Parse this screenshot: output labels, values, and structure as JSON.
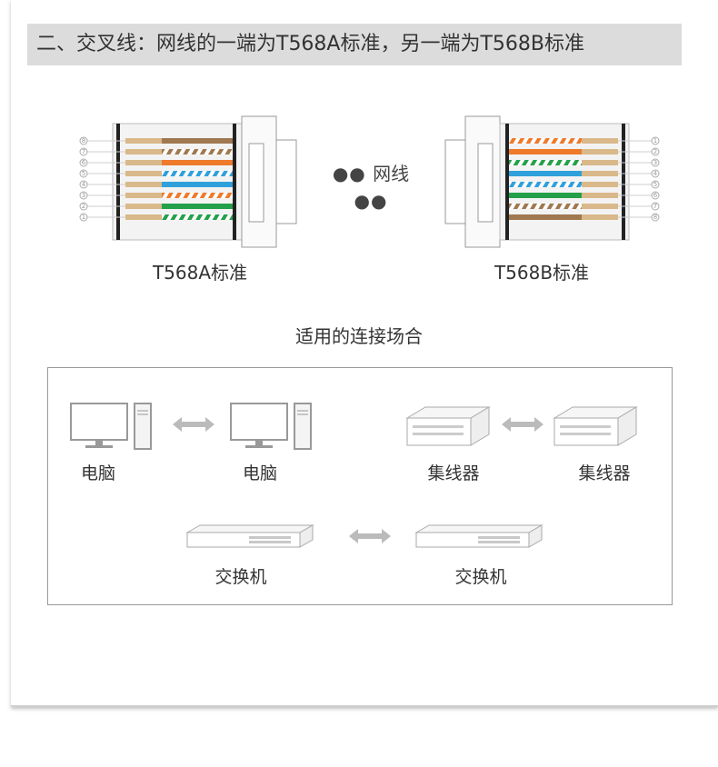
{
  "banner": "二、交叉线：网线的一端为T568A标准，另一端为T568B标准",
  "diagram": {
    "cable_label": "网线",
    "left_label": "T568A标准",
    "right_label": "T568B标准",
    "left_pins": [
      "8",
      "7",
      "6",
      "5",
      "4",
      "3",
      "2",
      "1"
    ],
    "right_pins": [
      "1",
      "2",
      "3",
      "4",
      "5",
      "6",
      "7",
      "8"
    ]
  },
  "scenarios": {
    "title": "适用的连接场合",
    "pc_a": "电脑",
    "pc_b": "电脑",
    "hub_a": "集线器",
    "hub_b": "集线器",
    "switch_a": "交换机",
    "switch_b": "交换机"
  },
  "colors": {
    "orange": "#ee7a2b",
    "green": "#25a04a",
    "blue": "#2fa0dc",
    "brown": "#a07850",
    "tan": "#d9b88a"
  }
}
